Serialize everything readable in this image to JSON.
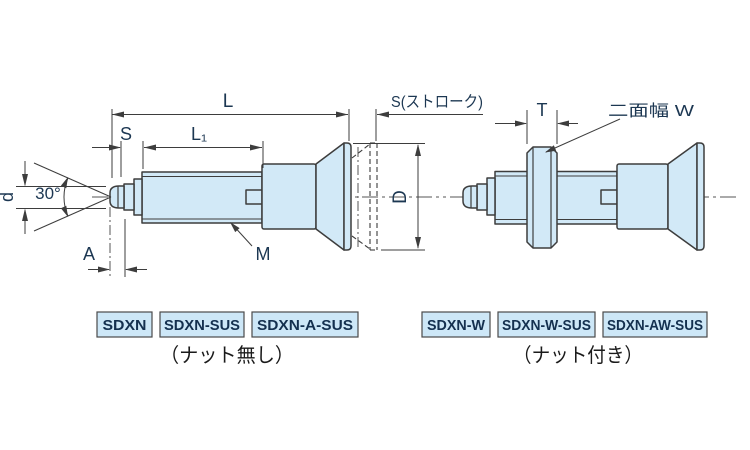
{
  "figure": {
    "type": "engineering-drawing",
    "subject": "index plunger dimensions, versions without nut and with nut"
  },
  "colors": {
    "part_fill": "#d2e9f7",
    "line": "#3d3d3d",
    "label_text": "#1c3752",
    "model_box_fill": "#cde7f7",
    "model_box_border": "#4a4a4a",
    "model_text": "#14304f",
    "caption_text": "#1a1a1a",
    "background": "#ffffff"
  },
  "left_view": {
    "dims": {
      "overall_length": "L",
      "stroke_note": "S(ストローク)",
      "stroke": "S",
      "thread_length": "L₁",
      "pin_diameter": "d",
      "nose_angle": "30°",
      "nose_length": "A",
      "thread_label": "M",
      "knob_diameter": "D"
    },
    "models": [
      "SDXN",
      "SDXN-SUS",
      "SDXN-A-SUS"
    ],
    "caption": "（ナット無し）"
  },
  "right_view": {
    "dims": {
      "nut_thickness": "T",
      "width_across_flats": "二面幅 W"
    },
    "models": [
      "SDXN-W",
      "SDXN-W-SUS",
      "SDXN-AW-SUS"
    ],
    "caption": "（ナット付き）"
  }
}
